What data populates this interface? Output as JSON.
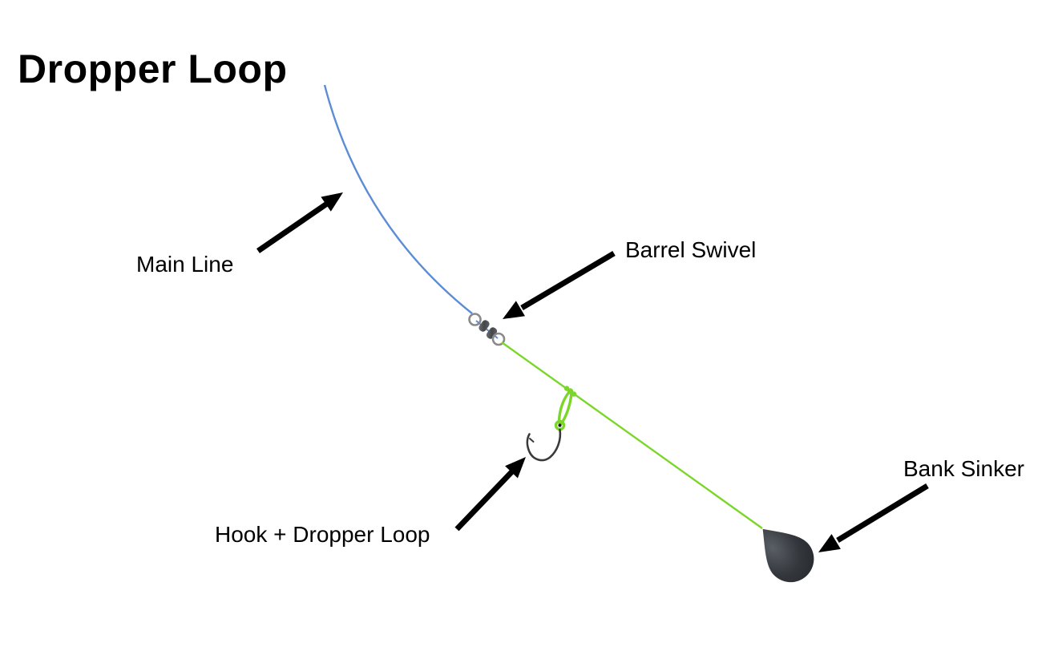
{
  "title": "Dropper Loop",
  "labels": {
    "main_line": "Main Line",
    "barrel_swivel": "Barrel Swivel",
    "hook_dropper_loop": "Hook + Dropper Loop",
    "bank_sinker": "Bank Sinker"
  },
  "colors": {
    "text": "#000000",
    "arrow": "#000000",
    "main_line": "#5b8cd4",
    "leader_line": "#7ad628",
    "swivel_ring": "#8a8a8a",
    "swivel_barrel": "#454749",
    "hook": "#3a3a3a",
    "sinker_light": "#5a5f66",
    "sinker_dark": "#23262a"
  }
}
